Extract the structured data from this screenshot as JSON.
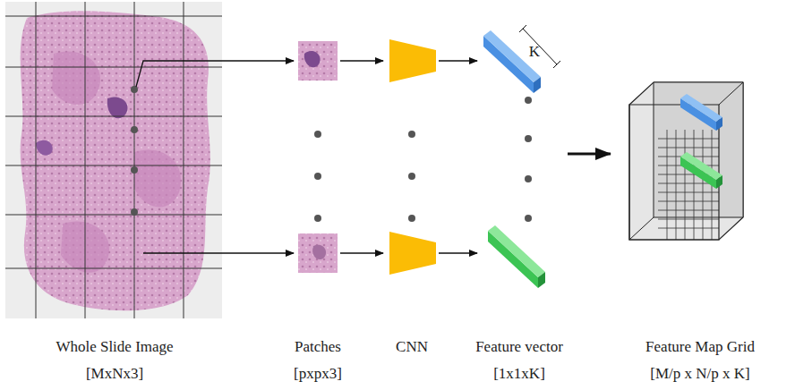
{
  "diagram": {
    "labels": [
      "K",
      "Whole Slide Image",
      "[MxNx3]",
      "Patches",
      "[pxpx3]",
      "CNN",
      "Feature vector",
      "[1x1xK]",
      "Feature Map Grid",
      "[M/p x N/p x K]"
    ]
  }
}
